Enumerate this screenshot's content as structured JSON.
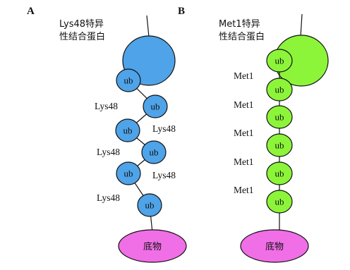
{
  "panel_a": {
    "letter": "A",
    "caption_line1": "Lys48特异",
    "caption_line2": "性结合蛋白",
    "ub_label": "ub",
    "link_labels": [
      "Lys48",
      "Lys48",
      "Lys48",
      "Lys48",
      "Lys48"
    ],
    "substrate": "底物"
  },
  "panel_b": {
    "letter": "B",
    "caption_line1": "Met1特异",
    "caption_line2": "性结合蛋白",
    "ub_label": "ub",
    "link_labels": [
      "Met1",
      "Met1",
      "Met1",
      "Met1",
      "Met1"
    ],
    "substrate": "底物"
  },
  "colors": {
    "blue_fill": "#4fa3e8",
    "green_fill": "#8cf53a",
    "substrate_fill": "#f06ee6",
    "outline": "#111111"
  }
}
